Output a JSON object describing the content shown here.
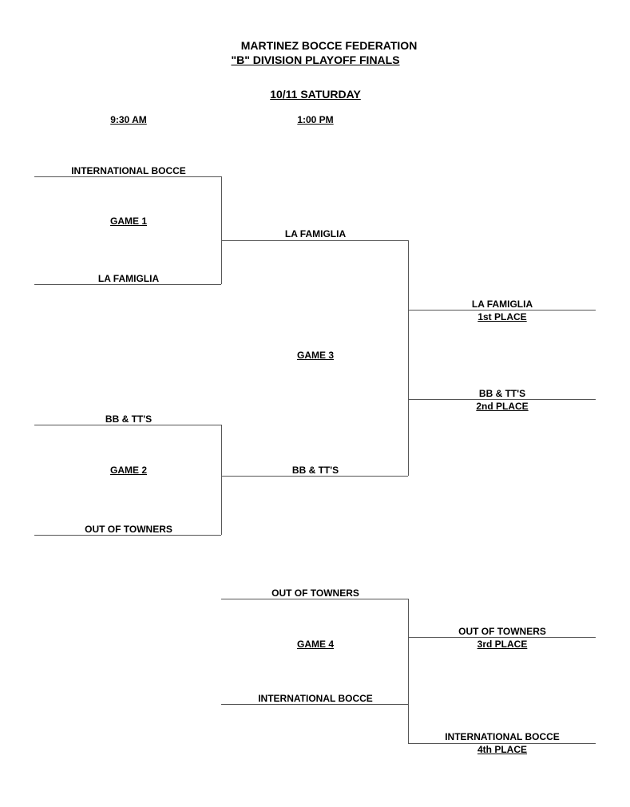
{
  "header": {
    "org": "MARTINEZ BOCCE FEDERATION",
    "subtitle": "\"B\" DIVISION  PLAYOFF FINALS",
    "date": "10/11 SATURDAY",
    "time_round1": "9:30 AM",
    "time_round2": "1:00 PM"
  },
  "game1": {
    "label": "GAME 1 ",
    "team_top": "INTERNATIONAL BOCCE",
    "team_bottom": "LA FAMIGLIA",
    "winner": "LA FAMIGLIA"
  },
  "game2": {
    "label": "GAME 2 ",
    "team_top": "BB & TT'S",
    "team_bottom": "OUT OF TOWNERS",
    "winner": "BB & TT'S"
  },
  "game3": {
    "label": "GAME 3 ",
    "first_team": "LA FAMIGLIA",
    "first_label": "1st PLACE",
    "second_team": "BB & TT'S",
    "second_label": "2nd PLACE"
  },
  "game4": {
    "label": "GAME 4 ",
    "team_top": "OUT OF TOWNERS",
    "team_bottom": "INTERNATIONAL BOCCE",
    "third_team": "OUT OF TOWNERS",
    "third_label": "3rd PLACE",
    "fourth_team": "INTERNATIONAL BOCCE",
    "fourth_label": "4th PLACE"
  }
}
